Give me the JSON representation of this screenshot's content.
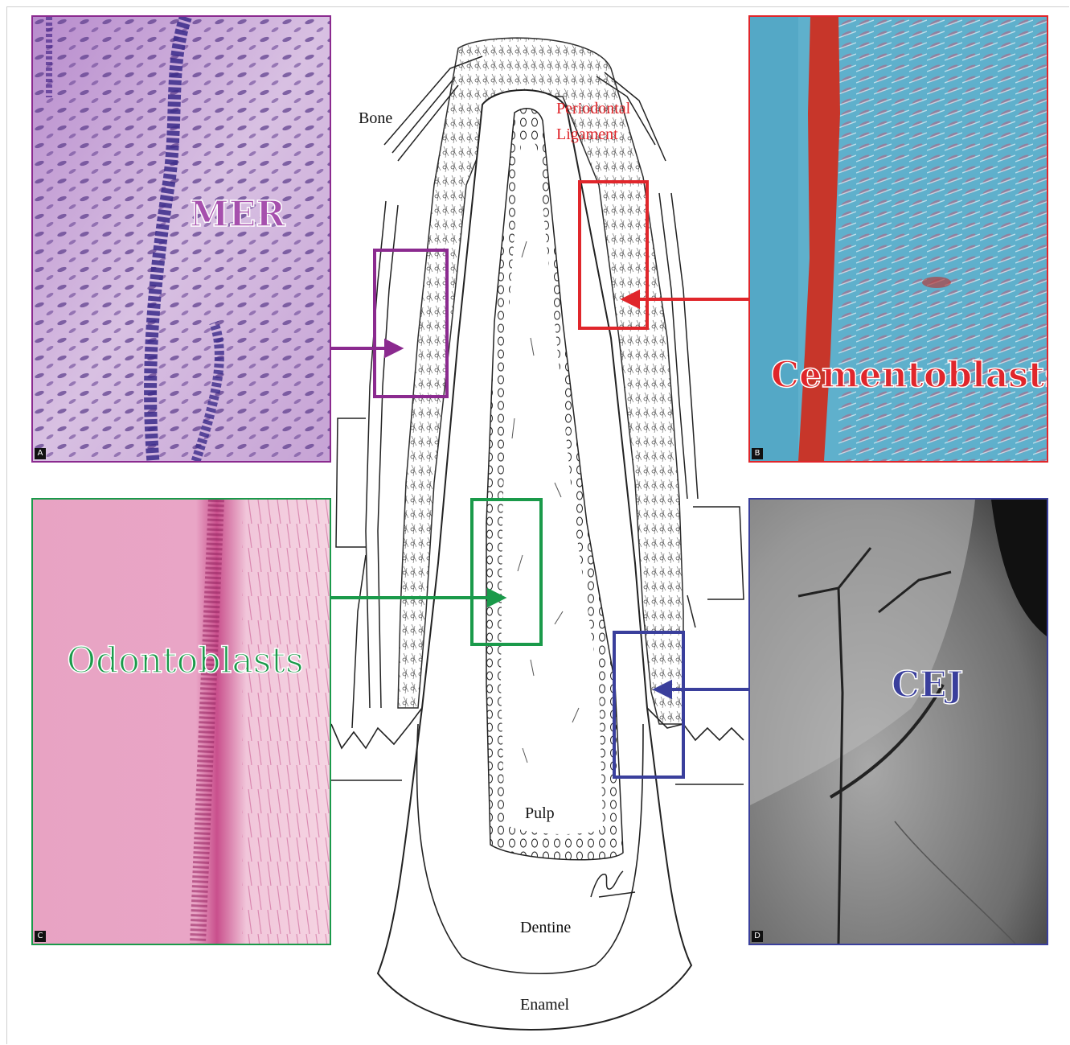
{
  "labels": {
    "bone": "Bone",
    "pdl_line1": "Periodontal",
    "pdl_line2": "Ligament",
    "pulp": "Pulp",
    "dentine": "Dentine",
    "enamel": "Enamel"
  },
  "panels": {
    "a": {
      "letter": "A",
      "title": "MER",
      "color": "#8b2a8f"
    },
    "b": {
      "letter": "B",
      "title": "Cementoblasts",
      "color": "#e0262b"
    },
    "c": {
      "letter": "C",
      "title": "Odontoblasts",
      "color": "#1a9a4a"
    },
    "d": {
      "letter": "D",
      "title": "CEJ",
      "color": "#3a3f9c"
    }
  }
}
